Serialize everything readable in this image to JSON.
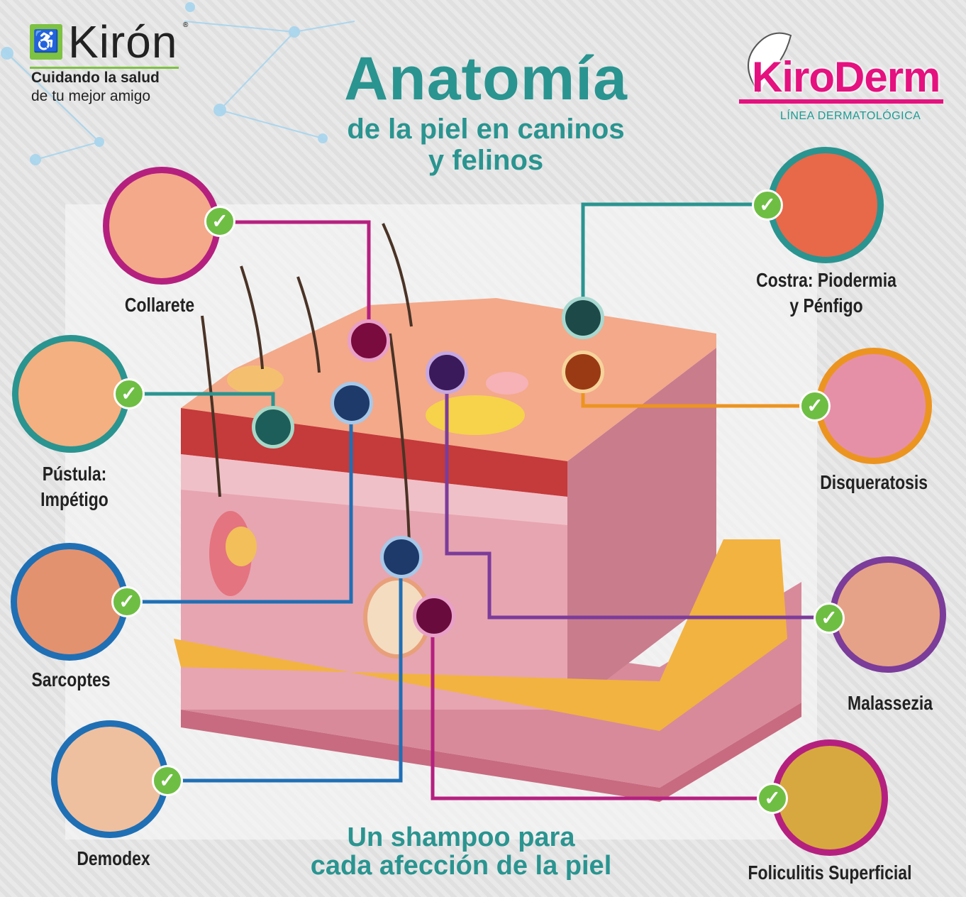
{
  "brand_left": {
    "name": "Kirón",
    "registered": "®",
    "tagline_1": "Cuidando la salud",
    "tagline_2": "de tu mejor amigo"
  },
  "brand_right": {
    "name": "KiroDerm",
    "subtitle": "LÍNEA DERMATOLÓGICA"
  },
  "title": {
    "main": "Anatomía",
    "sub_1": "de la piel en caninos",
    "sub_2": "y felinos"
  },
  "footer": {
    "line_1": "Un shampoo para",
    "line_2": "cada afección de la piel"
  },
  "colors": {
    "teal": "#2a9490",
    "magenta": "#b5207f",
    "blue": "#1f6fb5",
    "orange": "#ec9420",
    "purple": "#7b3c9a",
    "check": "#6fbe44",
    "pink": "#e5117f"
  },
  "conditions": [
    {
      "label": "Collarete",
      "color": "magenta"
    },
    {
      "label": "Pústula: Impétigo",
      "line_1": "Pústula:",
      "line_2": "Impétigo",
      "color": "teal"
    },
    {
      "label": "Sarcoptes",
      "color": "blue"
    },
    {
      "label": "Demodex",
      "color": "blue"
    },
    {
      "label": "Costra: Piodermia y Pénfigo",
      "line_1": "Costra: Piodermia",
      "line_2": "y Pénfigo",
      "color": "teal"
    },
    {
      "label": "Disqueratosis",
      "color": "orange"
    },
    {
      "label": "Malassezia",
      "color": "purple"
    },
    {
      "label": "Foliculitis Superficial",
      "color": "magenta"
    }
  ]
}
